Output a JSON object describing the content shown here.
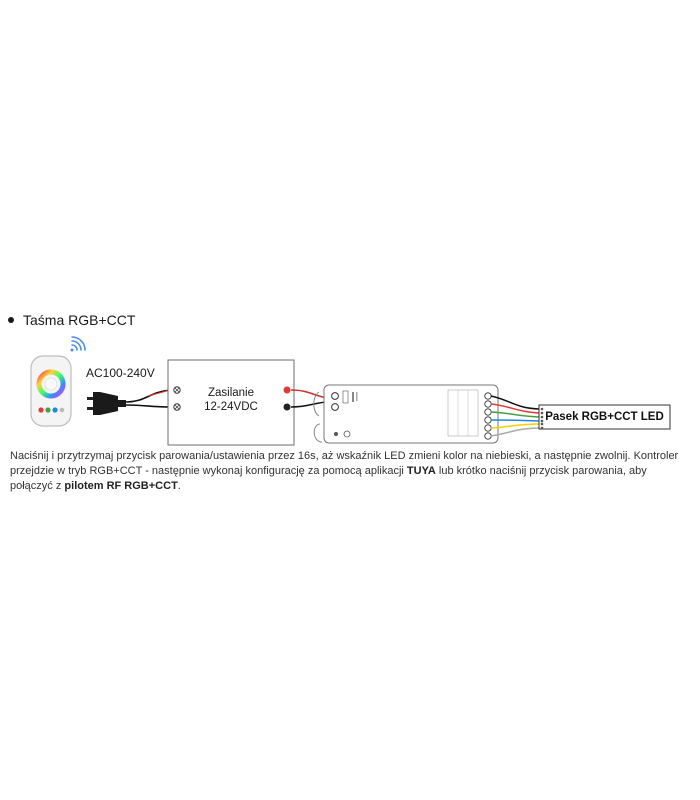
{
  "section": {
    "title": "Taśma RGB+CCT"
  },
  "diagram": {
    "ac_label": "AC100-240V",
    "psu_line1": "Zasilanie",
    "psu_line2": "12-24VDC",
    "strip_label": "Pasek RGB+CCT LED"
  },
  "description": {
    "part1": "Naciśnij i przytrzymaj przycisk parowania/ustawienia przez 16s, aż wskaźnik LED zmieni kolor na niebieski, a następnie zwolnij. Kontroler przejdzie w tryb RGB+CCT - następnie wykonaj konfigurację za pomocą aplikacji ",
    "app_name": "TUYA",
    "part2": " lub krótko naciśnij przycisk parowania, aby połączyć z ",
    "remote_name": "pilotem RF RGB+CCT",
    "part3": "."
  }
}
